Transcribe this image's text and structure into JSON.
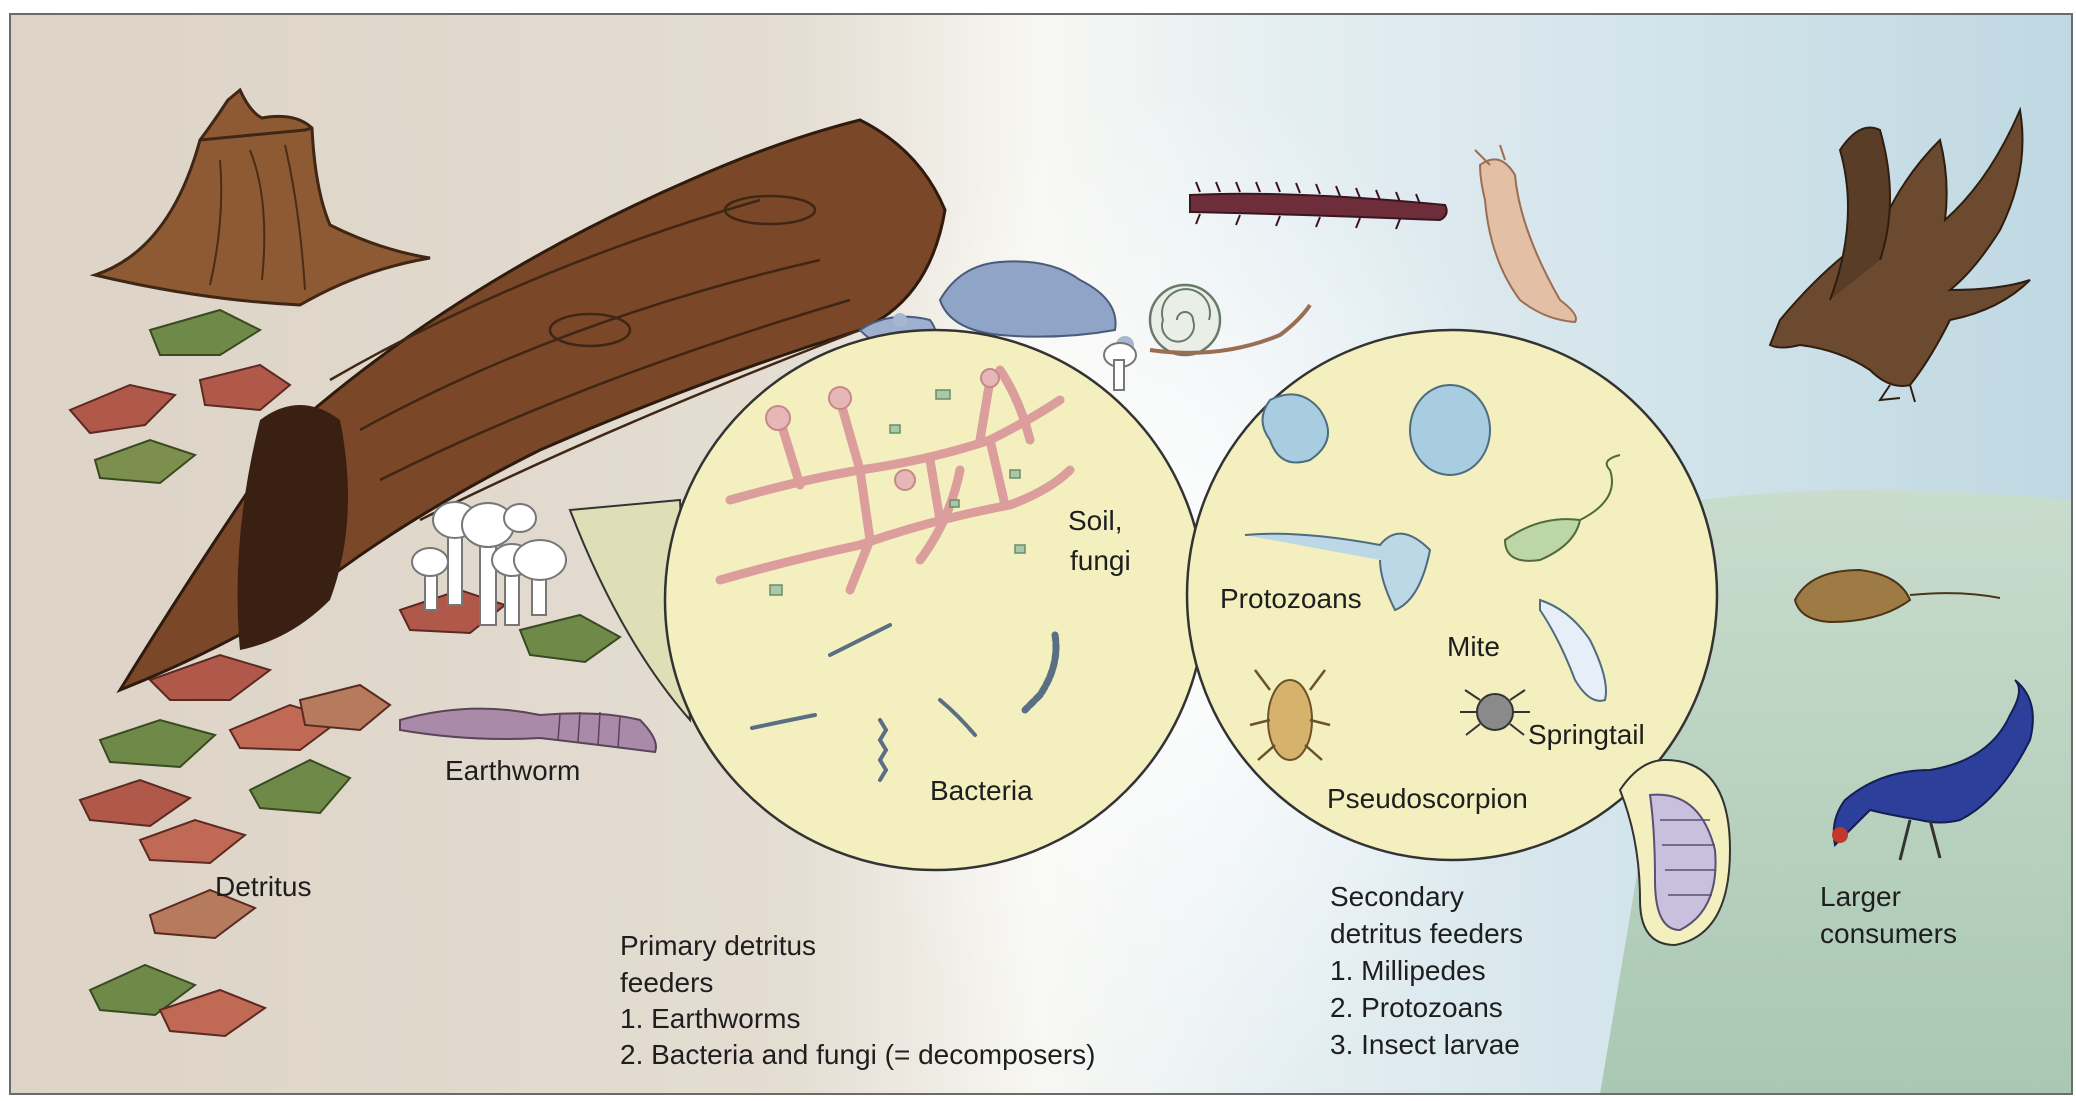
{
  "labels": {
    "detritus": "Detritus",
    "earthworm": "Earthworm",
    "soil_fungi_line1": "Soil,",
    "soil_fungi_line2": "fungi",
    "bacteria": "Bacteria",
    "protozoans": "Protozoans",
    "mite": "Mite",
    "springtail": "Springtail",
    "pseudoscorpion": "Pseudoscorpion",
    "larger_consumers_line1": "Larger",
    "larger_consumers_line2": "consumers"
  },
  "captions": {
    "primary": {
      "title_line1": "Primary detritus",
      "title_line2": "feeders",
      "items": [
        "1. Earthworms",
        "2. Bacteria and fungi (= decomposers)"
      ]
    },
    "secondary": {
      "title_line1": "Secondary",
      "title_line2": "detritus feeders",
      "items": [
        "1. Millipedes",
        "2. Protozoans",
        "3. Insect larvae"
      ]
    }
  },
  "colors": {
    "ground": "#ddd5c9",
    "sky": "#cde2ea",
    "grass": "#b8d3c0",
    "circle_fill": "#f3efbf",
    "log": "#7a4728",
    "leaf_red": "#b0584a",
    "leaf_green": "#6f8a48",
    "hyphae": "#e6b4b4",
    "bird_blue": "#2c3f9a",
    "hawk_brown": "#6b4a30"
  }
}
